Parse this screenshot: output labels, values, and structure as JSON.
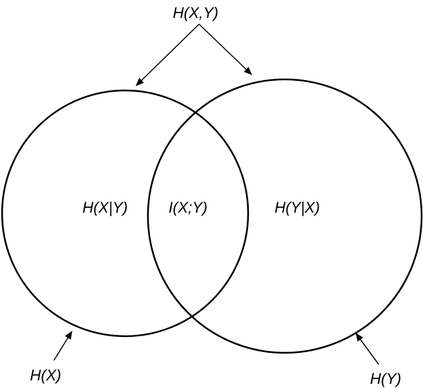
{
  "labels": {
    "joint": "H(X,Y)",
    "cond_x_given_y": "H(X|Y)",
    "mutual": "I(X;Y)",
    "cond_y_given_x": "H(Y|X)",
    "hx": "H(X)",
    "hy": "H(Y)"
  },
  "colors": {
    "stroke": "#000000",
    "background": "#ffffff"
  }
}
